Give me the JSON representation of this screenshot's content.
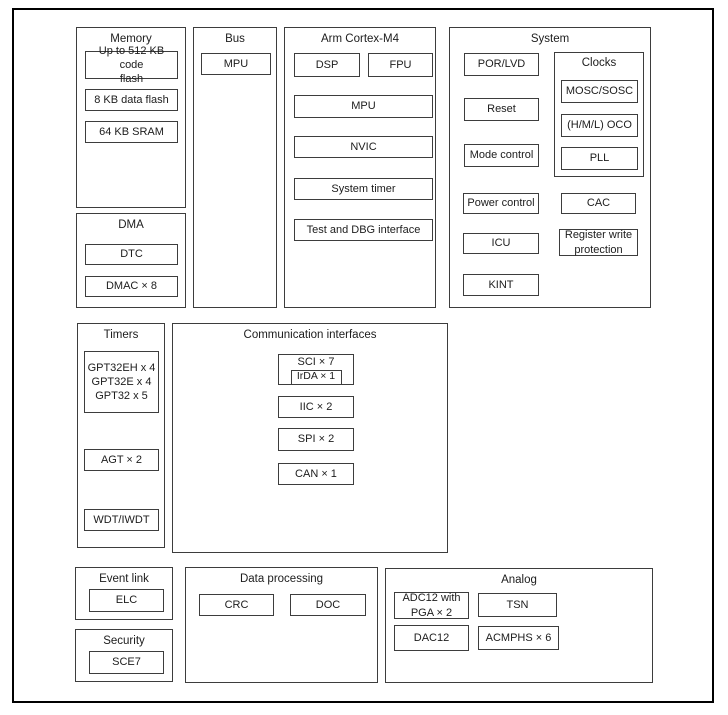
{
  "diagram": {
    "memory": {
      "title": "Memory",
      "items": [
        "Up to 512 KB code\nflash",
        "8 KB data flash",
        "64 KB SRAM"
      ]
    },
    "dma": {
      "title": "DMA",
      "items": [
        "DTC",
        "DMAC × 8"
      ]
    },
    "bus": {
      "title": "Bus",
      "items": [
        "MPU"
      ]
    },
    "cortex": {
      "title": "Arm Cortex-M4",
      "items": [
        "DSP",
        "FPU",
        "MPU",
        "NVIC",
        "System timer",
        "Test and DBG interface"
      ]
    },
    "system": {
      "title": "System",
      "left_items": [
        "POR/LVD",
        "Reset",
        "Mode control",
        "Power control",
        "ICU",
        "KINT"
      ],
      "clocks": {
        "title": "Clocks",
        "items": [
          "MOSC/SOSC",
          "(H/M/L) OCO",
          "PLL"
        ]
      },
      "right_items": [
        "CAC",
        "Register write\nprotection"
      ]
    },
    "timers": {
      "title": "Timers",
      "gpt_group": "GPT32EH x 4\nGPT32E x 4\nGPT32 x 5",
      "items": [
        "AGT × 2",
        "WDT/IWDT"
      ]
    },
    "comm": {
      "title": "Communication interfaces",
      "sci_label": "SCI × 7",
      "irda_label": "IrDA × 1",
      "items": [
        "IIC × 2",
        "SPI × 2",
        "CAN × 1"
      ]
    },
    "event_link": {
      "title": "Event link",
      "items": [
        "ELC"
      ]
    },
    "security": {
      "title": "Security",
      "items": [
        "SCE7"
      ]
    },
    "data_processing": {
      "title": "Data processing",
      "items": [
        "CRC",
        "DOC"
      ]
    },
    "analog": {
      "title": "Analog",
      "items": [
        "ADC12 with\nPGA × 2",
        "TSN",
        "DAC12",
        "ACMPHS × 6"
      ]
    }
  }
}
